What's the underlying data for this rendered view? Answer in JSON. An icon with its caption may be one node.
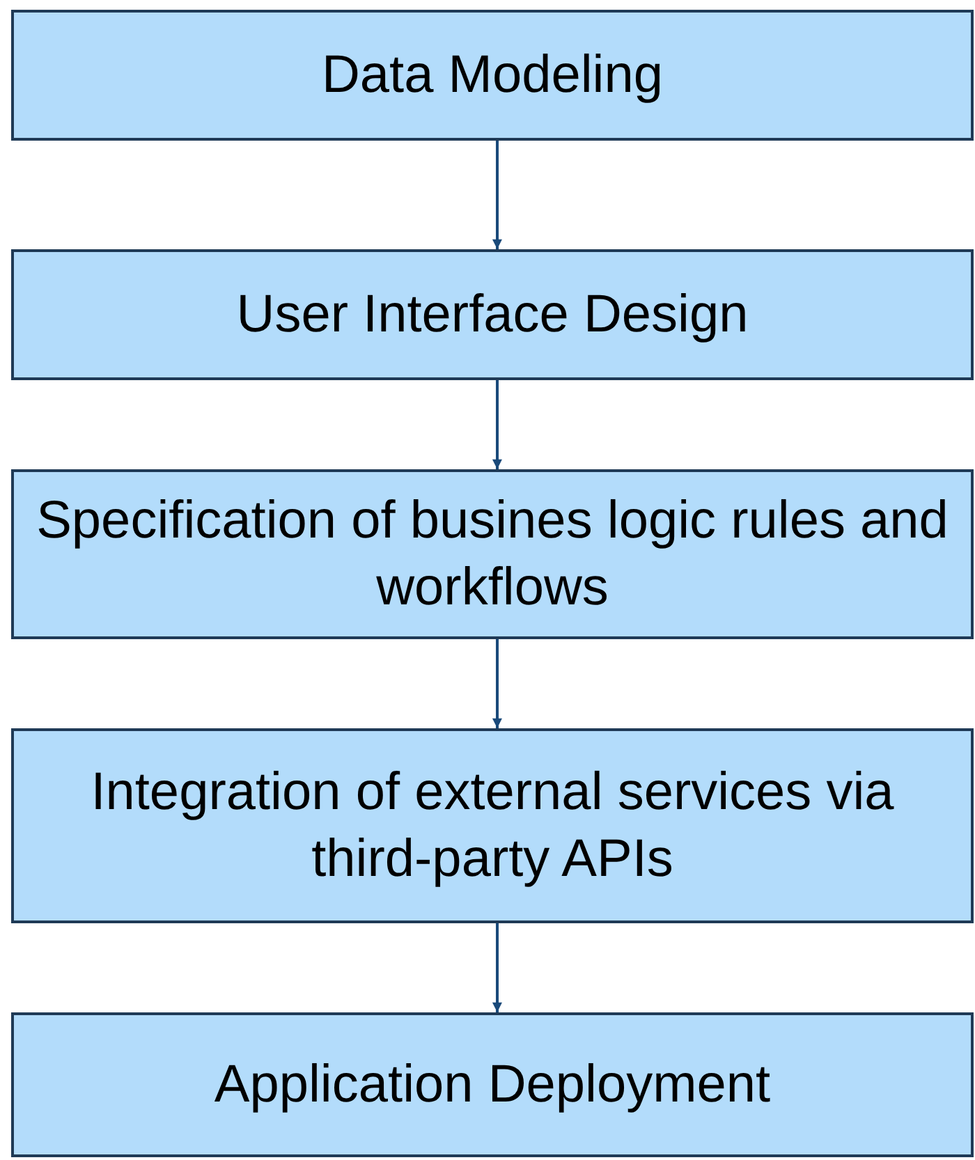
{
  "diagram": {
    "nodes": [
      {
        "text": [
          "Data Modeling"
        ]
      },
      {
        "text": [
          "User Interface Design"
        ]
      },
      {
        "text": [
          "Specification of busines logic rules and workflows"
        ]
      },
      {
        "text": [
          "Integration of external services via third-party APIs"
        ]
      },
      {
        "text": [
          "Application Deployment"
        ]
      }
    ],
    "edges": [
      {
        "from": 0,
        "to": 1,
        "arrow": "to"
      },
      {
        "from": 1,
        "to": 2,
        "arrow": "to"
      },
      {
        "from": 2,
        "to": 3,
        "arrow": "to"
      },
      {
        "from": 3,
        "to": 4,
        "arrow": "to"
      }
    ]
  }
}
